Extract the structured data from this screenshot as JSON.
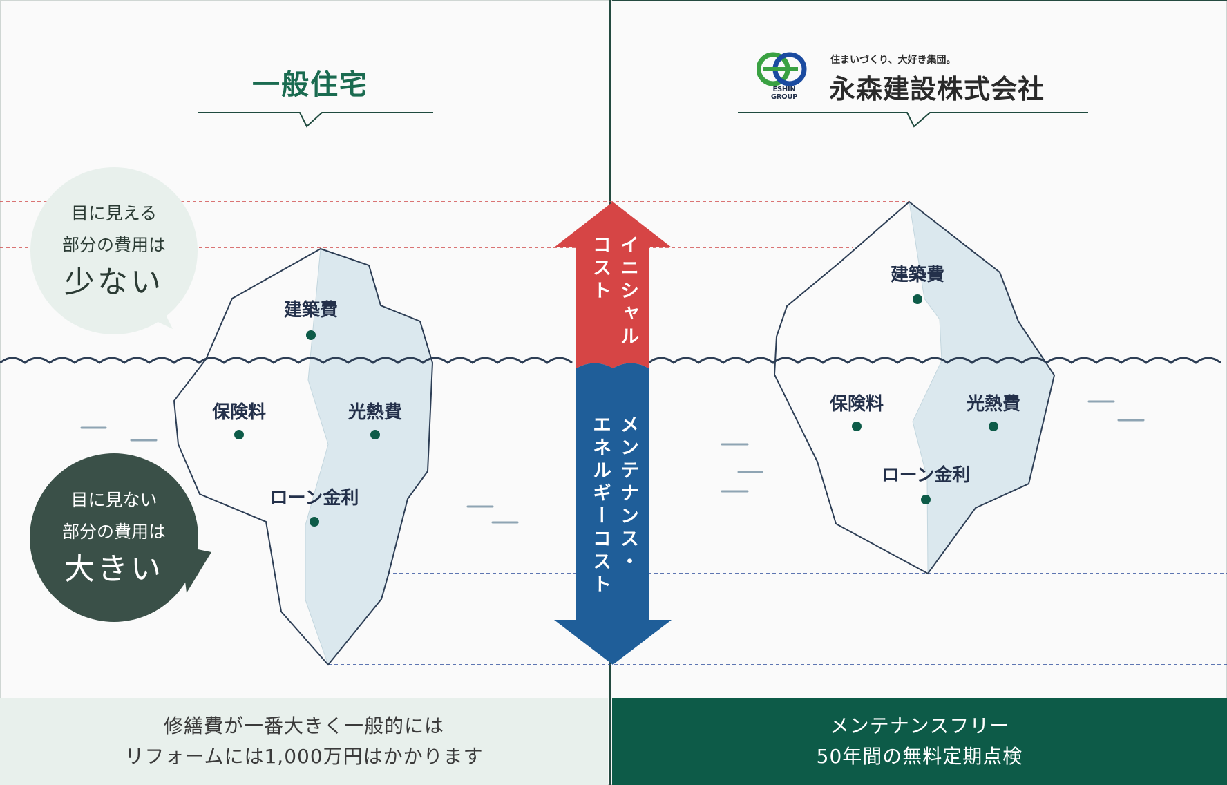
{
  "left": {
    "heading": "一般住宅",
    "bubble_visible": {
      "line1": "目に見える",
      "line2": "部分の費用は",
      "emphasis": "少ない"
    },
    "bubble_hidden": {
      "line1": "目に見ない",
      "line2": "部分の費用は",
      "emphasis": "大きい"
    },
    "labels": {
      "construction": "建築費",
      "insurance": "保険料",
      "utilities": "光熱費",
      "loan": "ローン金利"
    },
    "footer": {
      "line1": "修繕費が一番大きく一般的には",
      "line2": "リフォームには1,000万円はかかります"
    }
  },
  "right": {
    "logo_tag": "ESHIN GROUP",
    "company_slogan": "住まいづくり、大好き集団。",
    "company_name": "永森建設株式会社",
    "labels": {
      "construction": "建築費",
      "insurance": "保険料",
      "utilities": "光熱費",
      "loan": "ローン金利"
    },
    "footer": {
      "line1": "メンテナンスフリー",
      "line2": "50年間の無料定期点検"
    }
  },
  "arrows": {
    "up_line1": "イニシャル",
    "up_line2": "コスト",
    "down_line1": "メンテナンス・",
    "down_line2": "エネルギーコスト"
  },
  "colors": {
    "brand_green": "#0d5b48",
    "initial_cost_red": "#d64545",
    "running_cost_blue": "#1f5e99",
    "water_line": "#2d3e55",
    "iceberg_shade": "#dbe8ee",
    "bubble_light": "#e8f0ec",
    "bubble_dark": "#3a5048"
  }
}
